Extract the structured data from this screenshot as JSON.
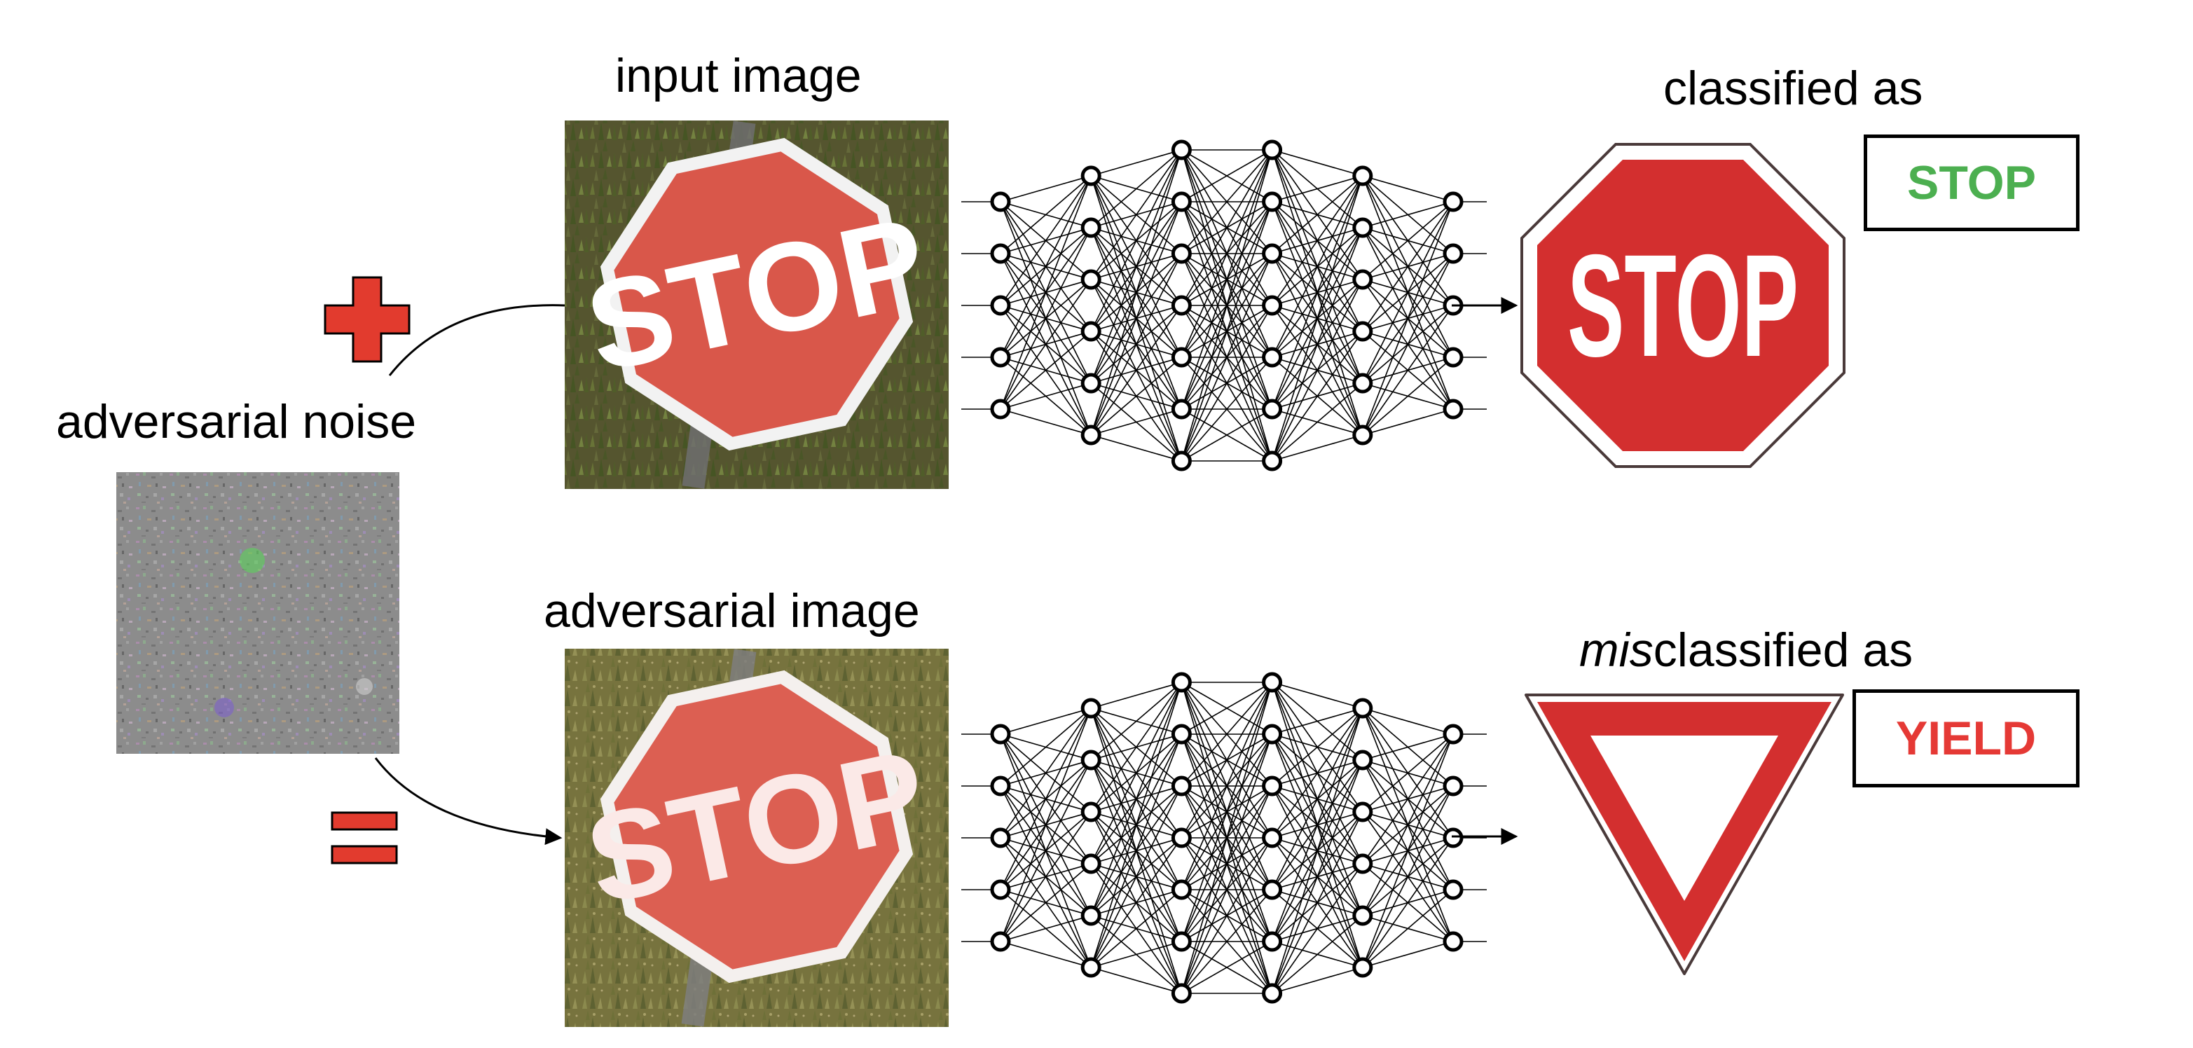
{
  "labels": {
    "input_image": "input image",
    "adversarial_noise": "adversarial noise",
    "adversarial_image": "adversarial image",
    "classified_as": "classified as",
    "misclassified_prefix": "mis",
    "misclassified_suffix": "classified as"
  },
  "operators": {
    "plus_color": "#e23b2e",
    "equals_color": "#e23b2e"
  },
  "results": {
    "top": {
      "label": "STOP",
      "color": "#4caf50"
    },
    "bottom": {
      "label": "YIELD",
      "color": "#e53935"
    }
  },
  "signs": {
    "stop_text": "STOP",
    "stop_fill": "#d32f2f",
    "yield_fill": "#d32f2f"
  },
  "network": {
    "layers": [
      5,
      6,
      7,
      7,
      6,
      5
    ]
  }
}
